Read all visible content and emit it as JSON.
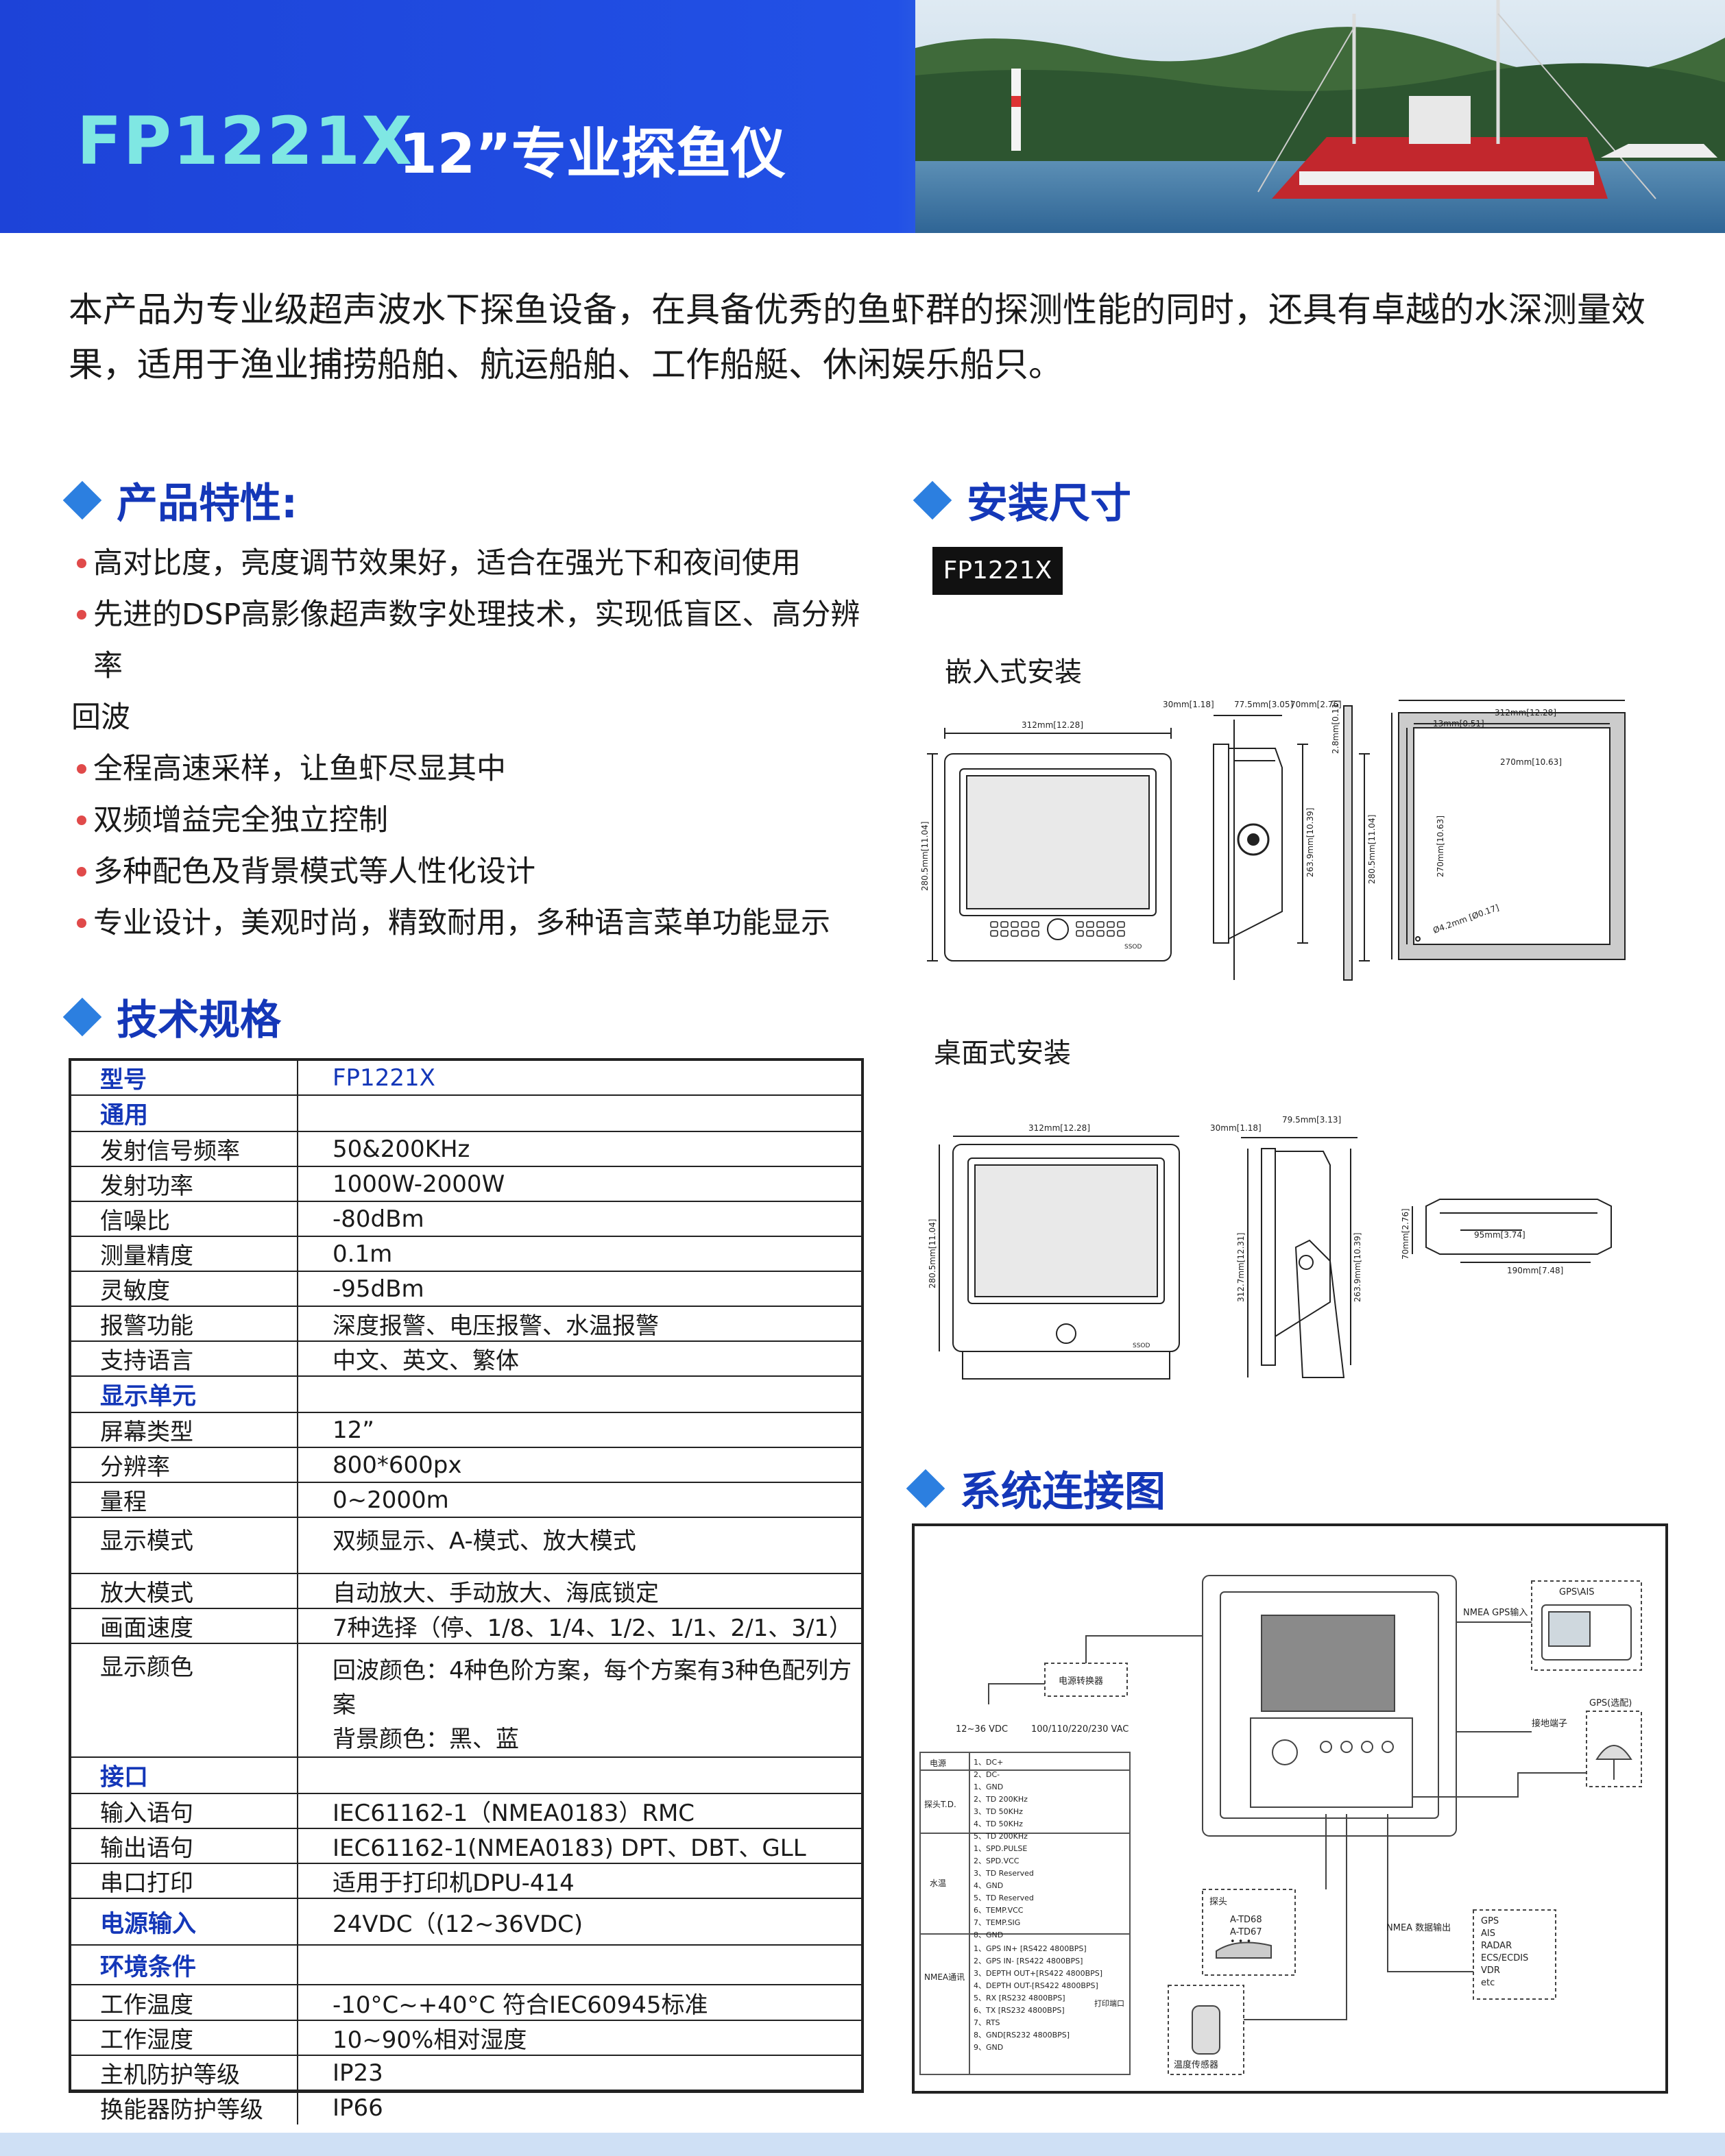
{
  "header": {
    "model": "FP1221X",
    "title": "12”专业探鱼仪"
  },
  "intro": "本产品为专业级超声波水下探鱼设备，在具备优秀的鱼虾群的探测性能的同时，还具有卓越的水深测量效果，适用于渔业捕捞船舶、航运船舶、工作船艇、休闲娱乐船只。",
  "features": {
    "heading": "产品特性:",
    "items": [
      "高对比度，亮度调节效果好，适合在强光下和夜间使用",
      "先进的DSP高影像超声数字处理技术，实现低盲区、高分辨率",
      "全程高速采样，让鱼虾尽显其中",
      "双频增益完全独立控制",
      "多种配色及背景模式等人性化设计",
      "专业设计，美观时尚，精致耐用，多种语言菜单功能显示"
    ],
    "item2_cont": "回波"
  },
  "spec": {
    "heading": "技术规格",
    "rows": [
      {
        "k": "型号",
        "v": "FP1221X"
      },
      {
        "k": "通用",
        "v": ""
      },
      {
        "k": "发射信号频率",
        "v": "50&200KHz"
      },
      {
        "k": "发射功率",
        "v": "1000W-2000W"
      },
      {
        "k": "信噪比",
        "v": "-80dBm"
      },
      {
        "k": "测量精度",
        "v": "0.1m"
      },
      {
        "k": "灵敏度",
        "v": "-95dBm"
      },
      {
        "k": "报警功能",
        "v": "深度报警、电压报警、水温报警"
      },
      {
        "k": "支持语言",
        "v": "中文、英文、繁体"
      },
      {
        "k": "显示单元",
        "v": ""
      },
      {
        "k": "屏幕类型",
        "v": "12”"
      },
      {
        "k": "分辨率",
        "v": "800*600px"
      },
      {
        "k": "量程",
        "v": "0~2000m"
      },
      {
        "k": "显示模式",
        "v": "双频显示、A-模式、放大模式"
      },
      {
        "k": "放大模式",
        "v": "自动放大、手动放大、海底锁定"
      },
      {
        "k": "画面速度",
        "v": "7种选择（停、1/8、1/4、1/2、1/1、2/1、3/1）"
      },
      {
        "k": "显示颜色",
        "v": "回波颜色：4种色阶方案，每个方案有3种色配列方案",
        "v2": "背景颜色：黑、蓝"
      },
      {
        "k": "接口",
        "v": ""
      },
      {
        "k": "输入语句",
        "v": "IEC61162-1（NMEA0183）RMC"
      },
      {
        "k": "输出语句",
        "v": "IEC61162-1(NMEA0183) DPT、DBT、GLL"
      },
      {
        "k": "串口打印",
        "v": "适用于打印机DPU-414"
      },
      {
        "k": "电源输入",
        "v": "24VDC（(12~36VDC)"
      },
      {
        "k": "环境条件",
        "v": ""
      },
      {
        "k": "工作温度",
        "v": "-10°C~+40°C 符合IEC60945标准"
      },
      {
        "k": "工作湿度",
        "v": "10~90%相对湿度"
      },
      {
        "k": "主机防护等级",
        "v": "IP23"
      },
      {
        "k": "换能器防护等级",
        "v": "IP66"
      }
    ]
  },
  "install": {
    "heading": "安装尺寸",
    "model_tag": "FP1221X",
    "flush_label": "嵌入式安装",
    "desk_label": "桌面式安装",
    "dims": {
      "w312": "312mm[12.28]",
      "h280": "280.5mm[11.04]",
      "d30": "30mm[1.18]",
      "d775": "77.5mm[3.05]",
      "d70": "70mm[2.76]",
      "h2639": "263.9mm[10.39]",
      "t28": "2.8mm[0.11]",
      "m13": "13mm[0.51]",
      "c270w": "270mm[10.63]",
      "c270h": "270mm[10.63]",
      "hole": "Ø4.2mm [Ø0.17]",
      "d795": "79.5mm[3.13]",
      "h3127": "312.7mm[12.31]",
      "w95": "95mm[3.74]",
      "w190": "190mm[7.48]",
      "brand": "SSOD"
    }
  },
  "system": {
    "heading": "系统连接图",
    "labels": {
      "gps_ais": "GPS\\AIS",
      "nmea_gps_in": "NMEA GPS输入",
      "power_conv": "电源转换器",
      "dc": "12~36 VDC",
      "ac": "100/110/220/230 VAC",
      "ground": "接地端子",
      "gps_opt": "GPS(选配)",
      "probe": "探头",
      "probe_models": "A-TD68",
      "probe_models2": "A-TD67",
      "probe_more": "• • •",
      "temp_sensor": "温度传感器",
      "nmea_out": "NMEA 数据输出",
      "out_list": [
        "GPS",
        "AIS",
        "RADAR",
        "ECS/ECDIS",
        "VDR",
        "etc"
      ],
      "printer": "打印端口"
    },
    "pin_groups": [
      {
        "name": "电源",
        "pins": [
          "1、DC+",
          "2、DC-",
          "1、GND"
        ]
      },
      {
        "name": "探头T.D.",
        "pins": [
          "2、TD 200KHz",
          "3、TD 50KHz",
          "4、TD 50KHz",
          "5、TD 200KHz"
        ]
      },
      {
        "name": "水温",
        "pins": [
          "1、SPD.PULSE",
          "2、SPD.VCC",
          "3、TD Reserved",
          "4、GND",
          "5、TD Reserved",
          "6、TEMP.VCC",
          "7、TEMP.SIG",
          "8、GND"
        ]
      },
      {
        "name": "NMEA通讯",
        "pins": [
          "1、GPS IN+ [RS422 4800BPS]",
          "2、GPS IN- [RS422 4800BPS]",
          "3、DEPTH OUT+[RS422 4800BPS]",
          "4、DEPTH OUT-[RS422 4800BPS]",
          "5、RX [RS232 4800BPS]",
          "6、TX [RS232 4800BPS]",
          "7、RTS",
          "8、GND[RS232 4800BPS]",
          "9、GND"
        ]
      }
    ]
  },
  "colors": {
    "banner_blue": "#1d43d8",
    "title_cyan": "#7fe7e3",
    "heading_blue": "#1437b8",
    "diamond_blue": "#2c7fe0",
    "bullet_red": "#e04a4a"
  }
}
